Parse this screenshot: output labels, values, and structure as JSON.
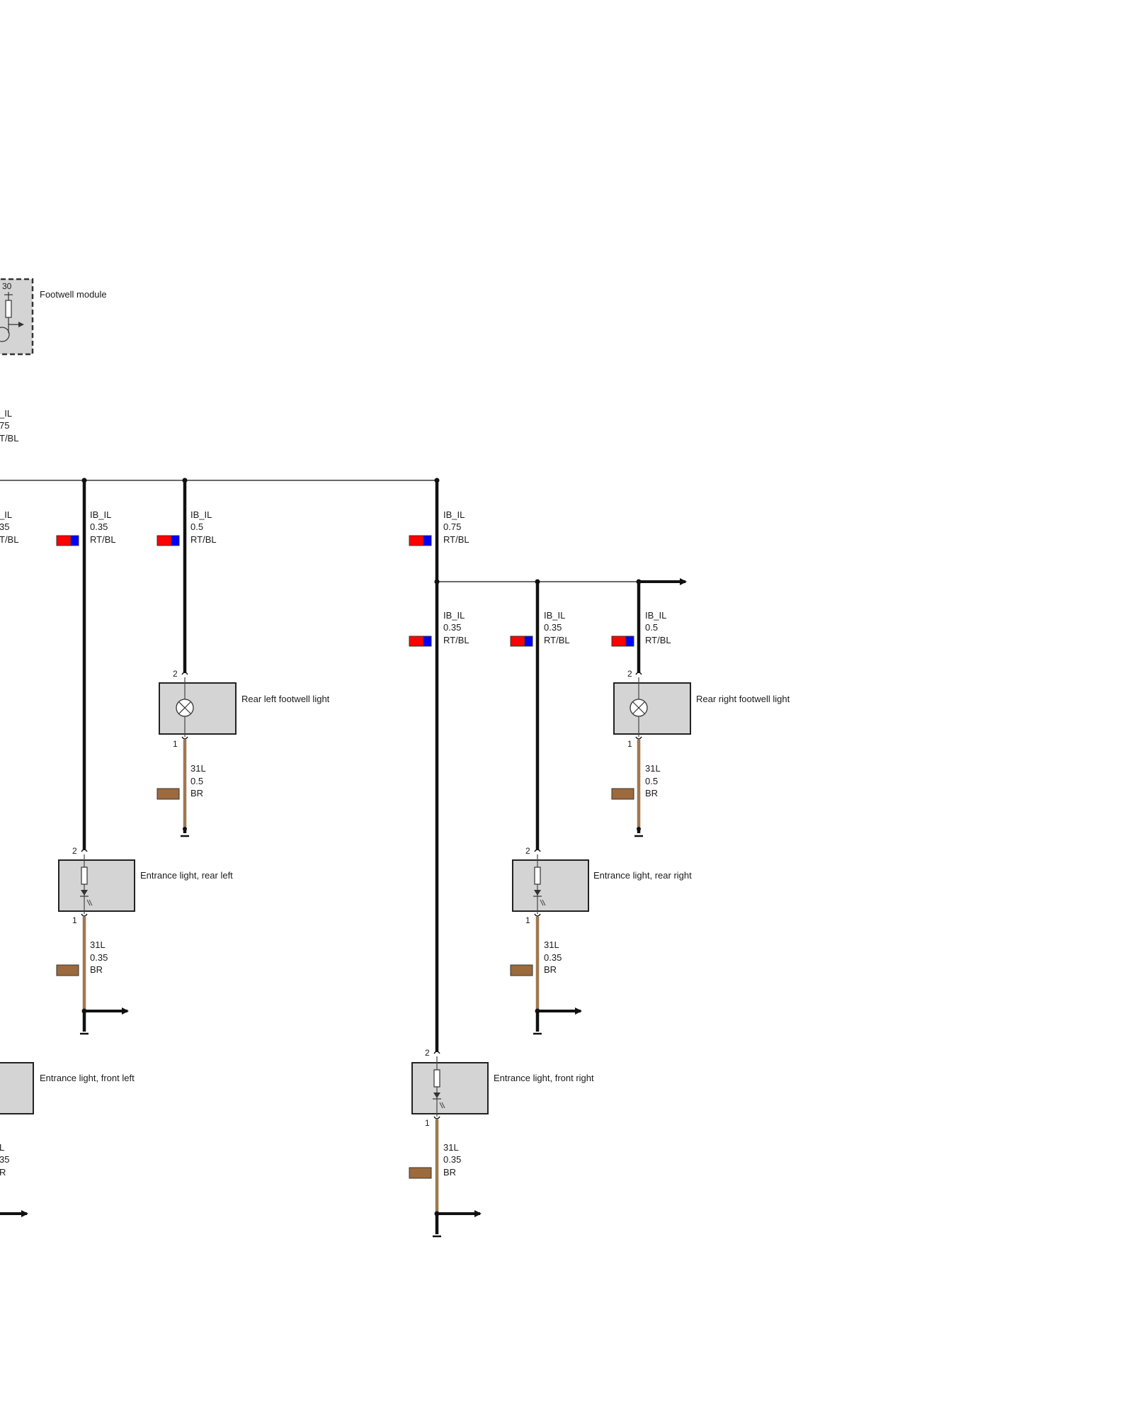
{
  "components": {
    "footwell_module": {
      "name": "Footwell module",
      "pin": "30"
    },
    "rear_left_footwell": {
      "name": "Rear left footwell light",
      "pin_top": "2",
      "pin_bottom": "1"
    },
    "rear_right_footwell": {
      "name": "Rear right footwell light",
      "pin_top": "2",
      "pin_bottom": "1"
    },
    "entrance_rear_left": {
      "name": "Entrance light, rear left",
      "pin_top": "2",
      "pin_bottom": "1"
    },
    "entrance_rear_right": {
      "name": "Entrance light, rear right",
      "pin_top": "2",
      "pin_bottom": "1"
    },
    "entrance_front_left": {
      "name": "Entrance light, front left"
    },
    "entrance_front_right": {
      "name": "Entrance light, front right",
      "pin_top": "2",
      "pin_bottom": "1"
    }
  },
  "wires": {
    "module_feed": {
      "signal": "_IL",
      "size": "75",
      "color": "T/BL"
    },
    "left_drop": {
      "signal": "_IL",
      "size": "35",
      "color": "T/BL"
    },
    "to_rear_left_entrance": {
      "signal": "IB_IL",
      "size": "0.35",
      "color": "RT/BL"
    },
    "to_rear_left_footwell": {
      "signal": "IB_IL",
      "size": "0.5",
      "color": "RT/BL"
    },
    "main_right_trunk": {
      "signal": "IB_IL",
      "size": "0.75",
      "color": "RT/BL"
    },
    "to_front_right_entrance": {
      "signal": "IB_IL",
      "size": "0.35",
      "color": "RT/BL"
    },
    "to_rear_right_entrance": {
      "signal": "IB_IL",
      "size": "0.35",
      "color": "RT/BL"
    },
    "to_rear_right_footwell": {
      "signal": "IB_IL",
      "size": "0.5",
      "color": "RT/BL"
    },
    "gnd_rear_left_footwell": {
      "signal": "31L",
      "size": "0.5",
      "color": "BR"
    },
    "gnd_rear_right_footwell": {
      "signal": "31L",
      "size": "0.5",
      "color": "BR"
    },
    "gnd_rear_left_entrance": {
      "signal": "31L",
      "size": "0.35",
      "color": "BR"
    },
    "gnd_rear_right_entrance": {
      "signal": "31L",
      "size": "0.35",
      "color": "BR"
    },
    "gnd_front_right_entrance": {
      "signal": "31L",
      "size": "0.35",
      "color": "BR"
    },
    "gnd_front_left_entrance": {
      "signal": "L",
      "size": "35",
      "color": "R"
    }
  },
  "colors": {
    "wire_black": "#111111",
    "wire_brown": "#a07850",
    "swatch_red": "#ff0000",
    "swatch_blue": "#0000ff",
    "swatch_brown": "#9c6a3c",
    "component_fill": "#d4d4d4"
  }
}
